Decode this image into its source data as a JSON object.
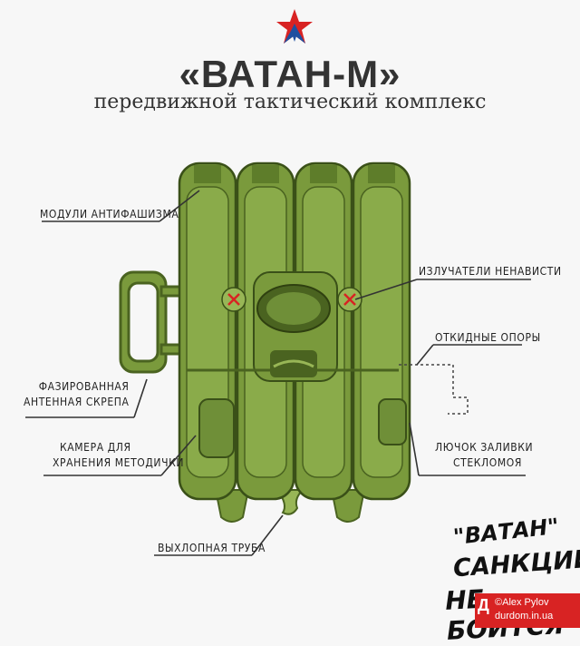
{
  "header": {
    "title": "«ВАТАН-М»",
    "subtitle": "передвижной тактический комплекс"
  },
  "labels": {
    "antifascism_modules": "МОДУЛИ АНТИФАШИЗМА",
    "hate_emitters": "ИЗЛУЧАТЕЛИ НЕНАВИСТИ",
    "folding_supports": "ОТКИДНЫЕ ОПОРЫ",
    "phased_antenna_line1": "ФАЗИРОВАННАЯ",
    "phased_antenna_line2": "АНТЕННАЯ СКРЕПА",
    "camera_line1": "КАМЕРА ДЛЯ",
    "camera_line2": "ХРАНЕНИЯ МЕТОДИЧКИ",
    "hatch_line1": "ЛЮЧОК ЗАЛИВКИ",
    "hatch_line2": "СТЕКЛОМОЯ",
    "exhaust_pipe": "ВЫХЛОПНАЯ ТРУБА"
  },
  "slogan": {
    "line1": "\"ВАТАН\"",
    "line2": "САНКЦИЙ",
    "line3": "НЕ БОИТСЯ"
  },
  "credit": {
    "logo_letter": "Д",
    "author": "©Alex Pylov",
    "site": "durdom.in.ua"
  },
  "colors": {
    "body_green": "#7a9a3c",
    "dark_green": "#4a6320",
    "light_green": "#98b656",
    "star_red": "#d82323",
    "star_blue": "#1f4fa0"
  }
}
